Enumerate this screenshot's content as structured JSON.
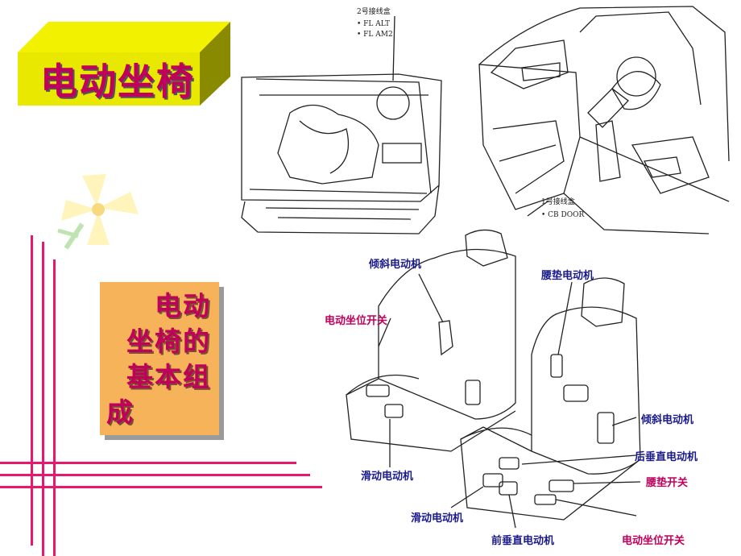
{
  "slide": {
    "title": "电动坐椅",
    "subtitle_lines": [
      "电动",
      "坐椅的",
      "基本组",
      "成"
    ]
  },
  "diagram": {
    "junction_box_2": {
      "title": "2号接线盒",
      "items": [
        "• FL ALT",
        "• FL AM2"
      ]
    },
    "junction_box_1": {
      "title": "1号接线盒",
      "items": [
        "• CB DOOR"
      ]
    },
    "labels": {
      "recline_motor_front": "倾斜电动机",
      "lumbar_motor": "腰垫电动机",
      "seat_switch_front": "电动坐位开关",
      "slide_motor_front": "滑动电动机",
      "recline_motor_rear": "倾斜电动机",
      "rear_vertical_motor": "后垂直电动机",
      "lumbar_switch": "腰垫开关",
      "slide_motor_rear": "滑动电动机",
      "front_vertical_motor": "前垂直电动机",
      "seat_switch_rear": "电动坐位开关"
    }
  },
  "colors": {
    "title_text": "#c0005a",
    "title_face": "#e8e800",
    "title_side": "#8a8a00",
    "subtitle_bg": "#f6b35a",
    "lines": "#e8186e",
    "label_blue": "#1a1a8c",
    "label_red": "#c0005a"
  }
}
